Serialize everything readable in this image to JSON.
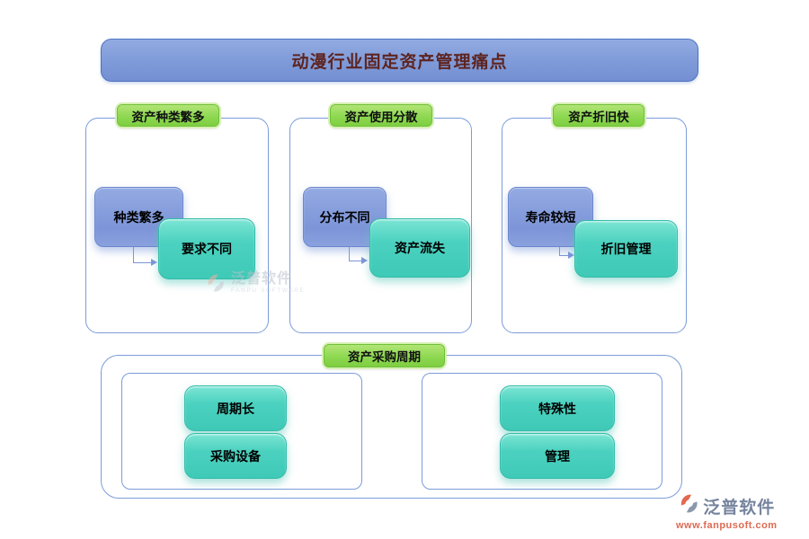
{
  "title": "动漫行业固定资产管理痛点",
  "columns": [
    {
      "header": "资产种类繁多",
      "cause": "种类繁多",
      "effect": "要求不同"
    },
    {
      "header": "资产使用分散",
      "cause": "分布不同",
      "effect": "资产流失"
    },
    {
      "header": "资产折旧快",
      "cause": "寿命较短",
      "effect": "折旧管理"
    }
  ],
  "bottom": {
    "header": "资产采购周期",
    "groups": [
      {
        "items": [
          "周期长",
          "采购设备"
        ]
      },
      {
        "items": [
          "特殊性",
          "管理"
        ]
      }
    ]
  },
  "watermark": {
    "brand": "泛普软件",
    "subtitle": "FANPU SOFTWARE"
  },
  "footer": {
    "brand": "泛普软件",
    "url": "www.fanpusoft.com"
  },
  "colors": {
    "title_bar_blue": "#7e9ad8",
    "title_text": "#5e2420",
    "header_green": "#8bd74f",
    "node_blue": "#8099d9",
    "node_teal": "#4ccfbf",
    "panel_border": "#7b9cd9",
    "arrow_blue": "#7b96d8",
    "logo_gray": "#76849e",
    "logo_red": "#dd6a52"
  }
}
